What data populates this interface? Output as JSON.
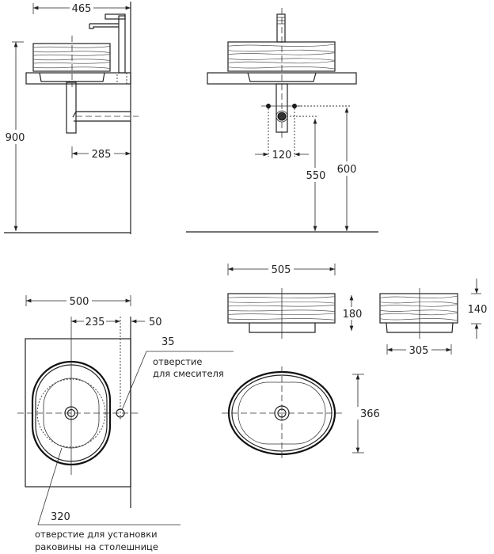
{
  "side_view": {
    "width_dim": "465",
    "height_dim": "900",
    "drain_offset_dim": "285"
  },
  "front_view": {
    "tap_spacing_dim": "120",
    "drain_height_dim": "550",
    "tap_height_dim": "600"
  },
  "countertop_plan": {
    "width_dim": "500",
    "center_to_mixer_dim": "235",
    "mixer_to_edge_dim": "50",
    "mixer_hole_dim": "35",
    "mixer_hole_label_line1": "отверстие",
    "mixer_hole_label_line2": "для смесителя",
    "basin_hole_dim": "320",
    "basin_hole_label_line1": "отверстие для установки",
    "basin_hole_label_line2": "раковины на столешнице"
  },
  "basin_views": {
    "length_dim": "505",
    "height_dim": "180",
    "side_height_dim": "140",
    "base_width_dim": "305",
    "plan_width_dim": "366"
  }
}
